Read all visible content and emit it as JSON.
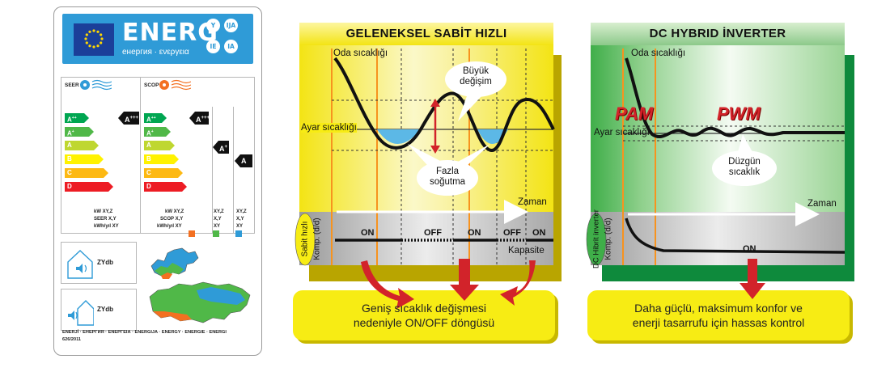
{
  "energy_label": {
    "brand_word": "ENERG",
    "subtitle": "енергия · ενεργεια",
    "lang_badges": [
      "Y",
      "IJA",
      "IE",
      "IA"
    ],
    "seer": {
      "heading": "SEER",
      "grades": [
        "A++",
        "A+",
        "A",
        "B",
        "C",
        "D"
      ],
      "grade_colors": [
        "#00a651",
        "#50b848",
        "#bfd730",
        "#fff200",
        "#fdb913",
        "#f37021",
        "#ed1c24"
      ],
      "rating": "A+++",
      "unit_lines": [
        "kW  XY,Z",
        "SEER  X,Y",
        "kWh/yıl XY"
      ]
    },
    "scop": {
      "heading": "SCOP",
      "grades": [
        "A++",
        "A+",
        "A",
        "B",
        "C",
        "D"
      ],
      "ratings": [
        "A+++",
        "A+",
        "A"
      ],
      "unit_lines_a": [
        "kW  XY,Z",
        "SCOP  X,Y",
        "kWh/yıl  XY"
      ],
      "unit_lines_b": [
        "XY,Z",
        "X,Y",
        "XY"
      ],
      "unit_lines_c": [
        "XY,Z",
        "X,Y",
        "XY"
      ],
      "zone_colors": [
        "#f37021",
        "#50b848",
        "#2f9bd7"
      ]
    },
    "sound_indoor": "ZYdb",
    "sound_outdoor": "ZYdb",
    "footer_line1": "ENERJİ · ЕНЕРГИЯ · ΕΝΕΡΓΕΙΑ · ENERGIJA · ENERGY · ENERGIE · ENERGI",
    "footer_line2": "626/2011"
  },
  "panel_left": {
    "title": "GELENEKSEL SABİT HIZLI",
    "label_oda": "Oda sıcaklığı",
    "label_ayar": "Ayar sıcaklığı",
    "label_buyuk": [
      "Büyük",
      "değişim"
    ],
    "label_fazla": [
      "Fazla",
      "soğutma"
    ],
    "label_zaman": "Zaman",
    "label_komp": "Komp. (d/d)",
    "label_side": "Sabit hızlı",
    "states": [
      "ON",
      "OFF",
      "ON",
      "OFF",
      "ON"
    ],
    "label_kapasite": "Kapasite",
    "note_lines": [
      "Geniş sıcaklık değişmesi",
      "nedeniyle ON/OFF döngüsü"
    ],
    "colors": {
      "bg": "#f7ec14",
      "shadow": "#b9a500",
      "curve": "#111111",
      "arrow": "#d2232a",
      "dip": "#5cb8e6"
    }
  },
  "panel_right": {
    "title": "DC HYBRID İNVERTER",
    "label_oda": "Oda sıcaklığı",
    "label_ayar": "Ayar sıcaklığı",
    "label_pam": "PAM",
    "label_pwm": "PWM",
    "label_duzgun": [
      "Düzgün",
      "sıcaklık"
    ],
    "label_zaman": "Zaman",
    "label_komp": "Komp. (d/d)",
    "label_side": "DC Hibrit inverter",
    "state_on": "ON",
    "note_lines": [
      "Daha güçlü, maksimum konfor ve",
      "enerji tasarrufu için hassas kontrol"
    ],
    "colors": {
      "bg": "#3fae49",
      "shadow": "#0e8a3c",
      "curve": "#111111",
      "arrow": "#d2232a"
    }
  }
}
